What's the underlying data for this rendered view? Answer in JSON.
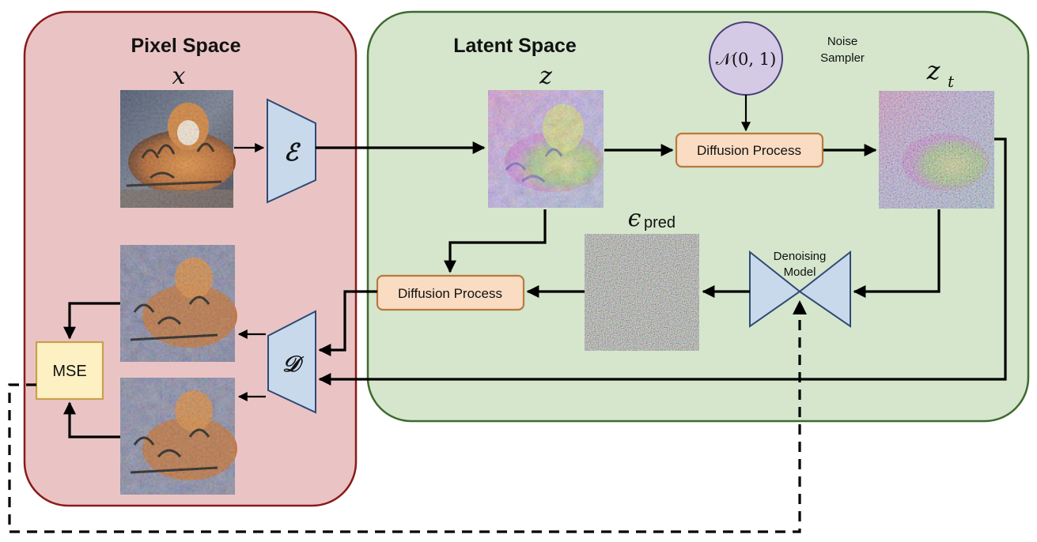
{
  "panels": {
    "pixel_space": "Pixel Space",
    "latent_space": "Latent Space"
  },
  "variables": {
    "x": "x",
    "z": "z",
    "z_t_base": "z",
    "z_t_sub": "t",
    "eps_base": "ϵ",
    "eps_sub": "pred"
  },
  "nodes": {
    "encoder": "ℰ",
    "decoder": "𝒟",
    "noise_sampler_circle": "𝒩(0, 1)",
    "noise_sampler_line1": "Noise",
    "noise_sampler_line2": "Sampler",
    "diffusion_process_top": "Diffusion Process",
    "diffusion_process_bottom": "Diffusion Process",
    "denoising_line1": "Denoising",
    "denoising_line2": "Model",
    "mse": "MSE"
  },
  "colors": {
    "pixel_fill": "#eac4c5",
    "pixel_stroke": "#8b1a1a",
    "latent_fill": "#d5e6cc",
    "latent_stroke": "#3e6b2f",
    "shape_fill": "#c9d9ec",
    "shape_stroke": "#2e4a75",
    "process_fill": "#f9dcc2",
    "process_stroke": "#b87a3c",
    "circle_fill": "#d4cae6",
    "circle_stroke": "#4a3d7a",
    "mse_fill": "#fdf0c3",
    "mse_stroke": "#c9a24a"
  }
}
